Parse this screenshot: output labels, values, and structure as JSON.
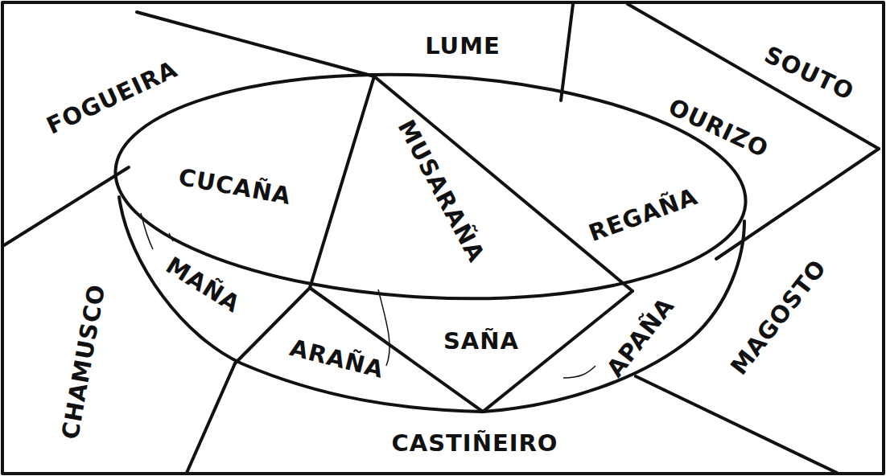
{
  "diagram": {
    "labels": [
      "LUME",
      "SOUTO",
      "FOGUEIRA",
      "OURIZO",
      "CUCAÑA",
      "MUSARAÑA",
      "REGAÑA",
      "CHAMUSCO",
      "MAÑA",
      "ARAÑA",
      "SAÑA",
      "APAÑA",
      "MAGOSTO",
      "CASTIÑEIRO"
    ]
  }
}
